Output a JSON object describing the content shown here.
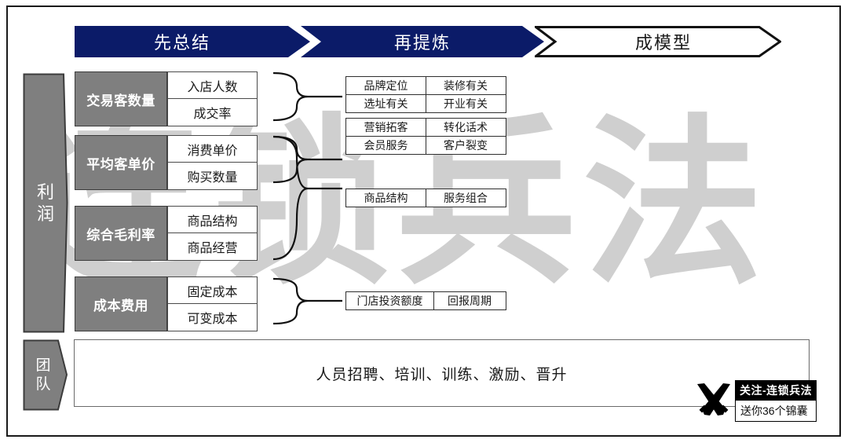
{
  "watermark": {
    "text": "连锁兵法"
  },
  "header": {
    "steps": [
      {
        "label": "先总结",
        "style": "navy"
      },
      {
        "label": "再提炼",
        "style": "navy"
      },
      {
        "label": "成模型",
        "style": "outline"
      }
    ]
  },
  "left_rails": {
    "profit": {
      "char1": "利",
      "char2": "润"
    },
    "team": {
      "char1": "团",
      "char2": "队"
    }
  },
  "categories": [
    {
      "label": "交易客数量",
      "subs": [
        "入店人数",
        "成交率"
      ]
    },
    {
      "label": "平均客单价",
      "subs": [
        "消费单价",
        "购买数量"
      ]
    },
    {
      "label": "综合毛利率",
      "subs": [
        "商品结构",
        "商品经营"
      ]
    },
    {
      "label": "成本费用",
      "subs": [
        "固定成本",
        "可变成本"
      ]
    }
  ],
  "detail_groups": [
    {
      "rows": [
        [
          "品牌定位",
          "装修有关"
        ],
        [
          "选址有关",
          "开业有关"
        ]
      ]
    },
    {
      "rows": [
        [
          "营销拓客",
          "转化话术"
        ],
        [
          "会员服务",
          "客户裂变"
        ]
      ]
    },
    {
      "rows": [
        [
          "商品结构",
          "服务组合"
        ]
      ]
    },
    {
      "rows": [
        [
          "门店投资额度",
          "回报周期"
        ]
      ]
    }
  ],
  "team_content": {
    "text": "人员招聘、培训、训练、激励、晋升"
  },
  "logo": {
    "mark": "crossed-swords-icon",
    "top_text": "关注-连锁兵法",
    "bottom_text": "送你36个锦囊"
  },
  "colors": {
    "navy": "#0b1b68",
    "gray": "#7f7f7f",
    "watermark_gray": "#cfcfcf",
    "border_dark": "#1a1a1a"
  }
}
